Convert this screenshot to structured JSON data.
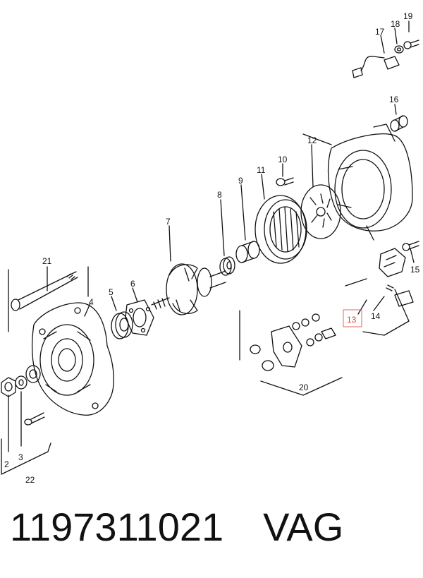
{
  "callouts": {
    "c2": "2",
    "c3": "3",
    "c4": "4",
    "c5": "5",
    "c6": "6",
    "c7": "7",
    "c8": "8",
    "c9": "9",
    "c10": "10",
    "c11": "11",
    "c12": "12",
    "c13": "13",
    "c14": "14",
    "c15": "15",
    "c16": "16",
    "c17": "17",
    "c18": "18",
    "c19": "19",
    "c20": "20",
    "c21": "21",
    "c22": "22"
  },
  "caption": {
    "part_number": "1197311021",
    "brand": "VAG"
  },
  "colors": {
    "line": "#111111",
    "highlight": "#e7645f"
  }
}
